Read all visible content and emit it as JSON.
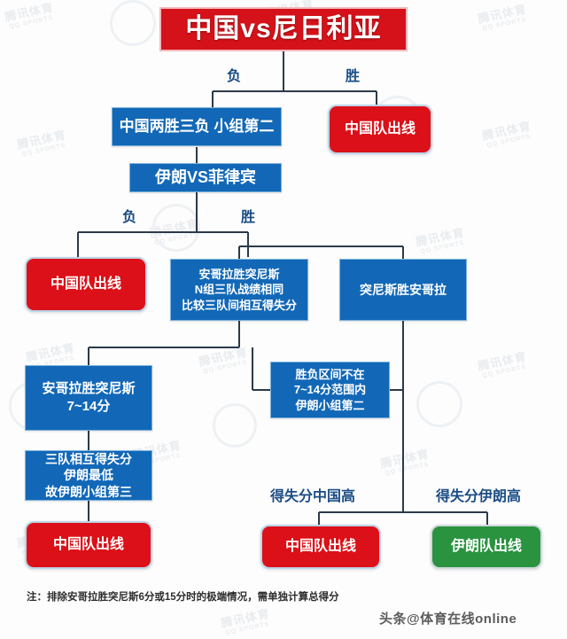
{
  "meta": {
    "colors": {
      "red": "#dc1018",
      "title_red": "#d5121a",
      "blue": "#1268b7",
      "green": "#2a9340",
      "line": "#2b3a4a",
      "label_blue": "#1b4c84",
      "background": "#fdfdfd"
    }
  },
  "title": {
    "text": "中国vs尼日利亚"
  },
  "edge_labels": {
    "l1_lose": "负",
    "l1_win": "胜",
    "l2_lose": "负",
    "l2_win": "胜",
    "l3_china_high": "得失分中国高",
    "l3_iran_high": "得失分伊朗高"
  },
  "nodes": {
    "china_second": {
      "text": "中国两胜三负 小组第二",
      "type": "blue"
    },
    "china_qualify_top": {
      "text": "中国队出线",
      "type": "red"
    },
    "iran_vs_philippines": {
      "text": "伊朗VS菲律宾",
      "type": "blue"
    },
    "china_qualify_left": {
      "text": "中国队出线",
      "type": "red"
    },
    "angola_beats_tunisia": {
      "lines": [
        "安哥拉胜突尼斯",
        "N组三队战绩相同",
        "比较三队间相互得失分"
      ],
      "type": "blue"
    },
    "tunisia_beats_angola": {
      "text": "突尼斯胜安哥拉",
      "type": "blue"
    },
    "angola_margin": {
      "lines": [
        "安哥拉胜突尼斯",
        "7~14分"
      ],
      "type": "blue"
    },
    "margin_out_of_range": {
      "lines": [
        "胜负区间不在",
        "7~14分范围内",
        "伊朗小组第二"
      ],
      "type": "blue"
    },
    "iran_third": {
      "lines": [
        "三队相互得失分",
        "伊朗最低",
        "故伊朗小组第三"
      ],
      "type": "blue"
    },
    "china_qualify_bottom_left": {
      "text": "中国队出线",
      "type": "red"
    },
    "china_qualify_bottom_mid": {
      "text": "中国队出线",
      "type": "red"
    },
    "iran_qualify": {
      "text": "伊朗队出线",
      "type": "green"
    }
  },
  "footer": {
    "note": "注：排除安哥拉胜突尼斯6分或15分时的极端情况，需单独计算总得分",
    "credit": "头条@体育在线online"
  }
}
